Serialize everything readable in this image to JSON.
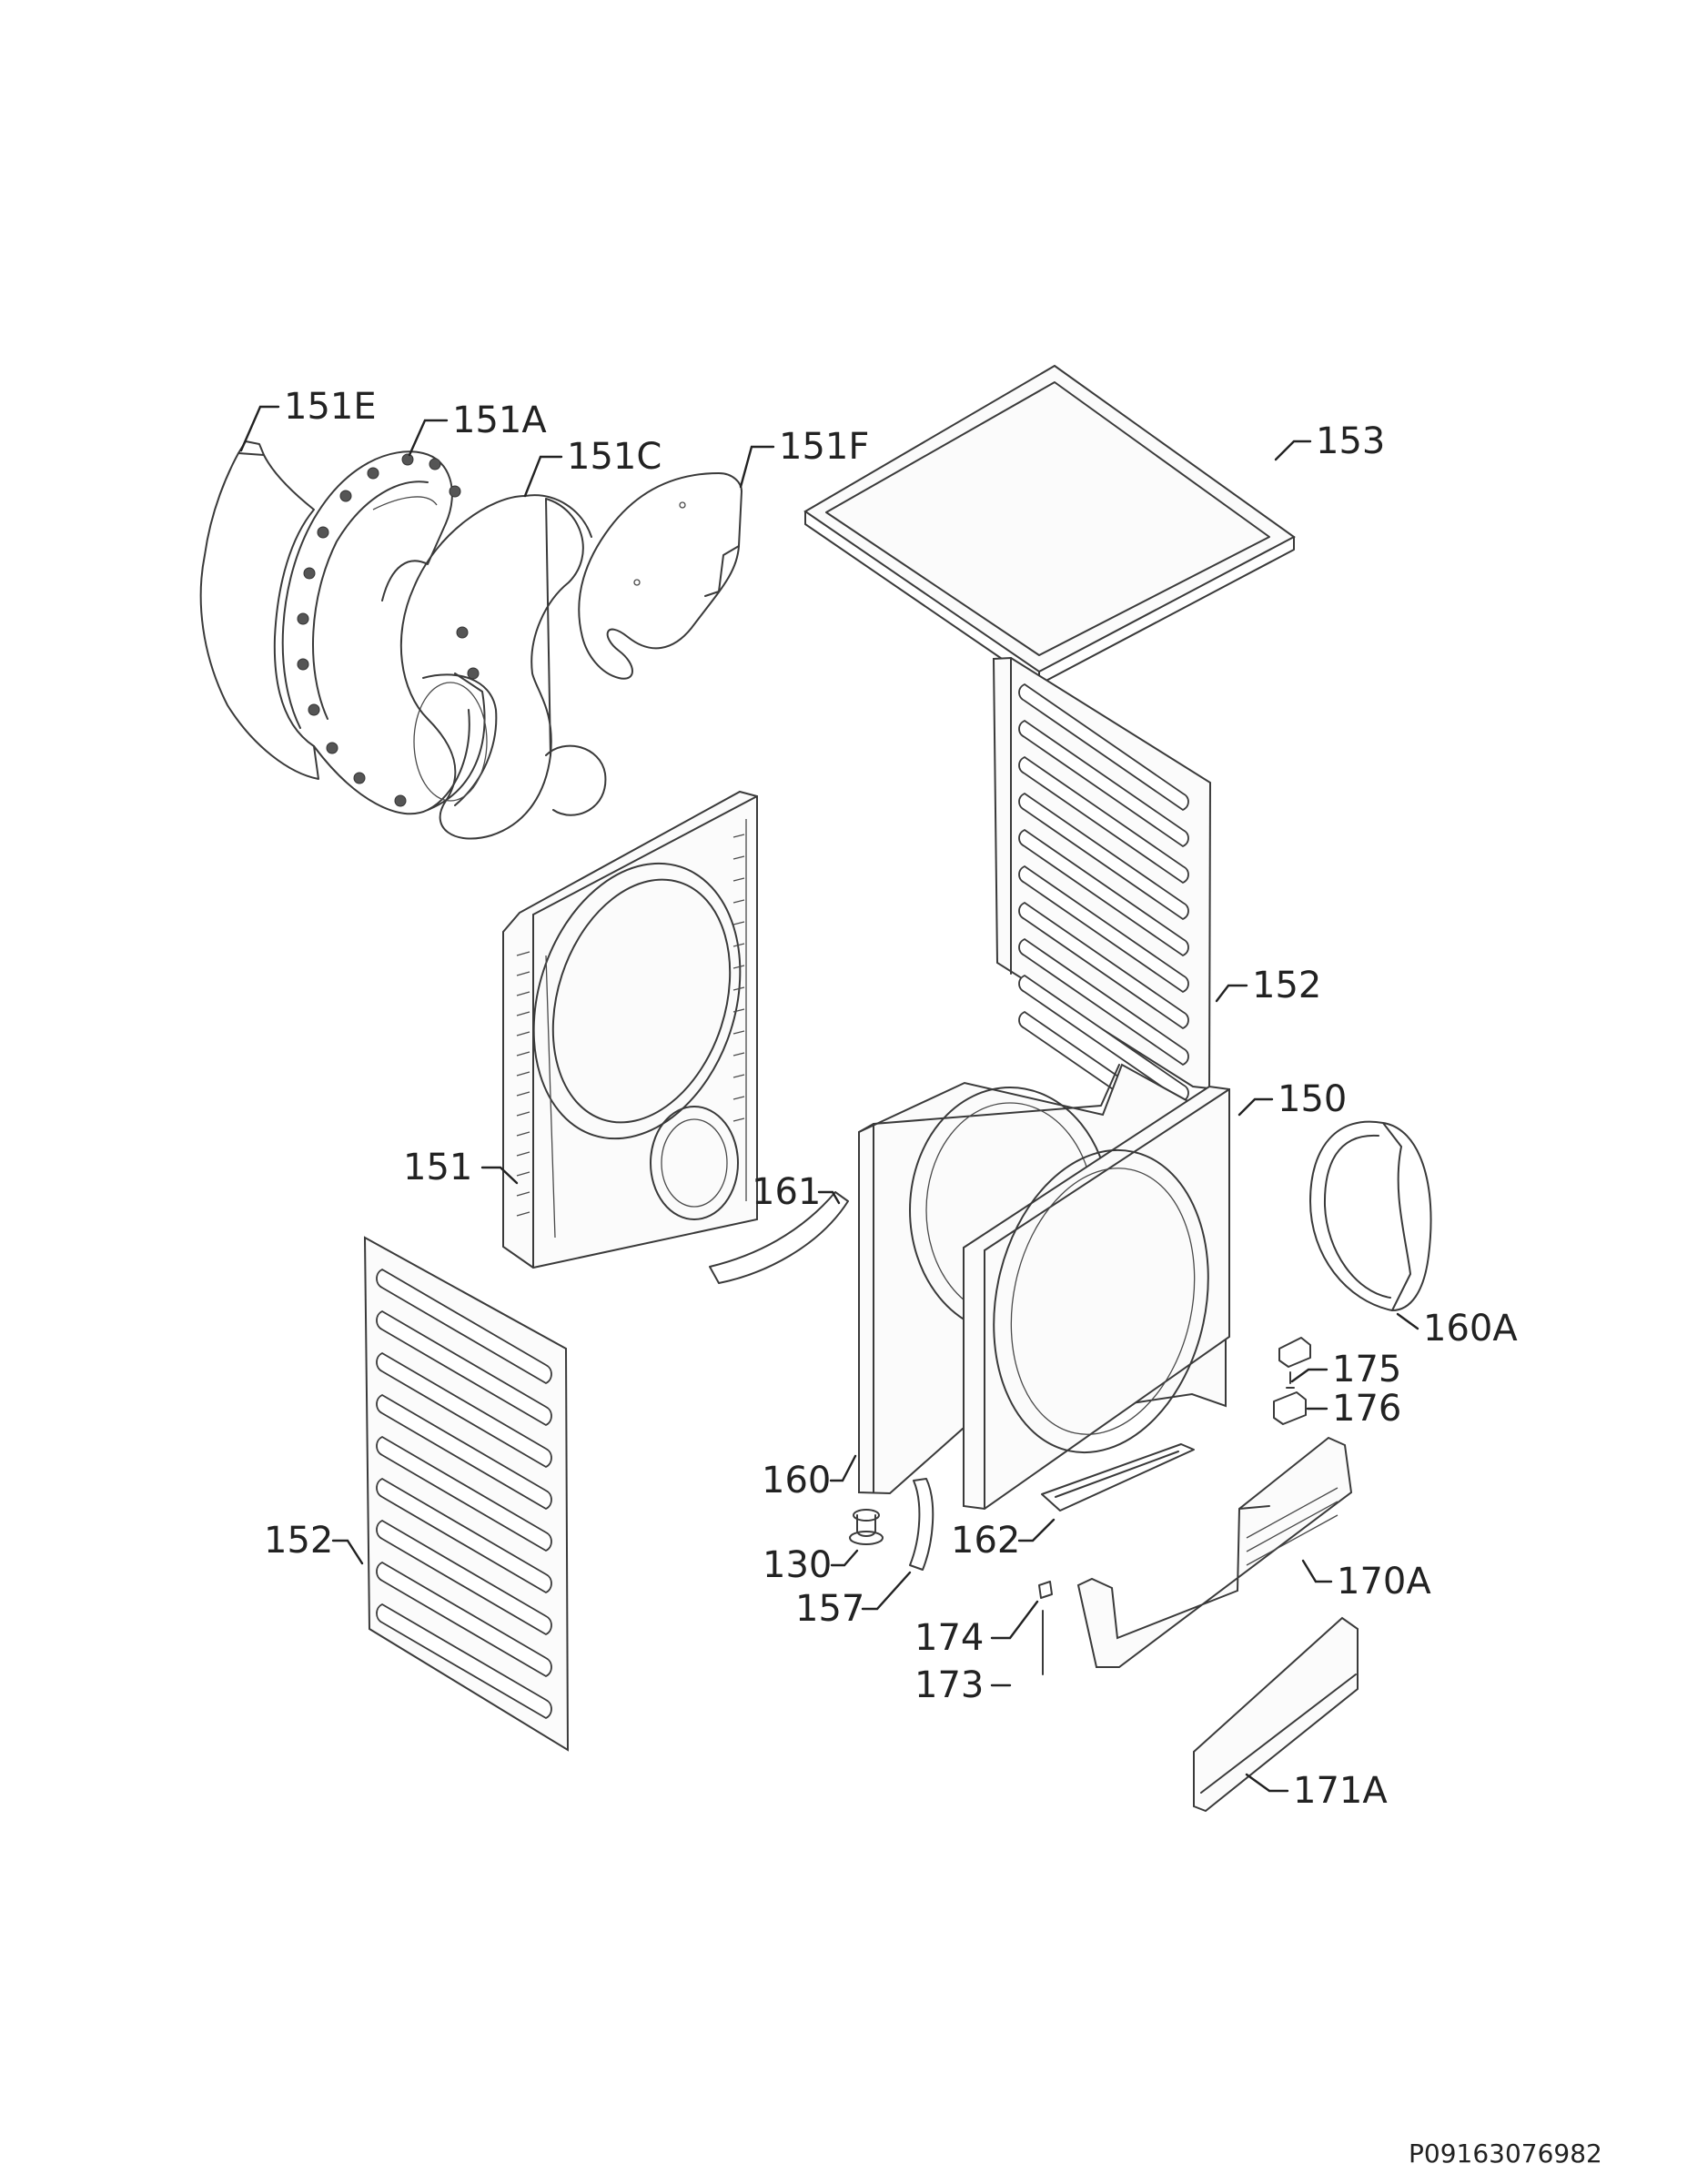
{
  "labels": {
    "p151E": "151E",
    "p151A": "151A",
    "p151C": "151C",
    "p151F": "151F",
    "p153": "153",
    "p152_top": "152",
    "p150": "150",
    "p151": "151",
    "p161": "161",
    "p160A": "160A",
    "p175": "175",
    "p176": "176",
    "p160": "160",
    "p152_left": "152",
    "p130": "130",
    "p162": "162",
    "p170A": "170A",
    "p157": "157",
    "p174": "174",
    "p173": "173",
    "p171A": "171A"
  },
  "drawing_code": "P09163076982"
}
